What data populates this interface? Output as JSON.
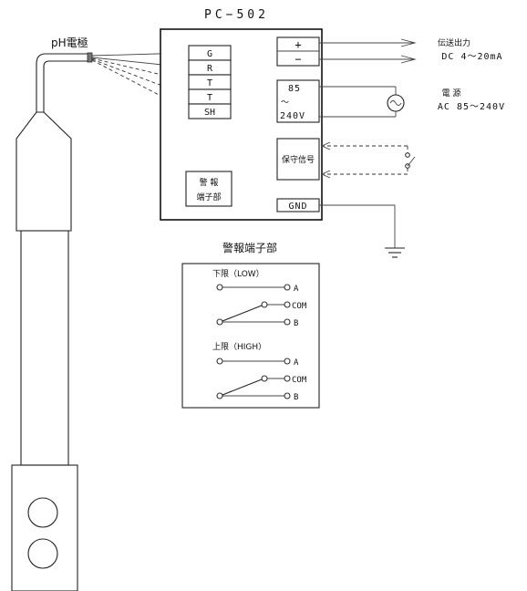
{
  "title": "PC−502",
  "electrode_label": "pH電極",
  "terminals": [
    "G",
    "R",
    "T",
    "T",
    "SH"
  ],
  "output": {
    "plus": "+",
    "minus": "−",
    "label_line1": "伝送出力",
    "label_line2": "DC 4〜20mA"
  },
  "power": {
    "box_top": "85",
    "box_mid": "〜",
    "box_bottom": "240V",
    "label_line1": "電  源",
    "label_line2": "AC 85〜240V"
  },
  "maintenance": {
    "label": "保守信号"
  },
  "alarm_block": {
    "line1": "警  報",
    "line2": "端子部"
  },
  "gnd": {
    "label": "GND"
  },
  "alarm_detail": {
    "title": "警報端子部",
    "low_label": "下限（LOW）",
    "high_label": "上限（HIGH）",
    "a": "A",
    "com": "COM",
    "b": "B"
  }
}
